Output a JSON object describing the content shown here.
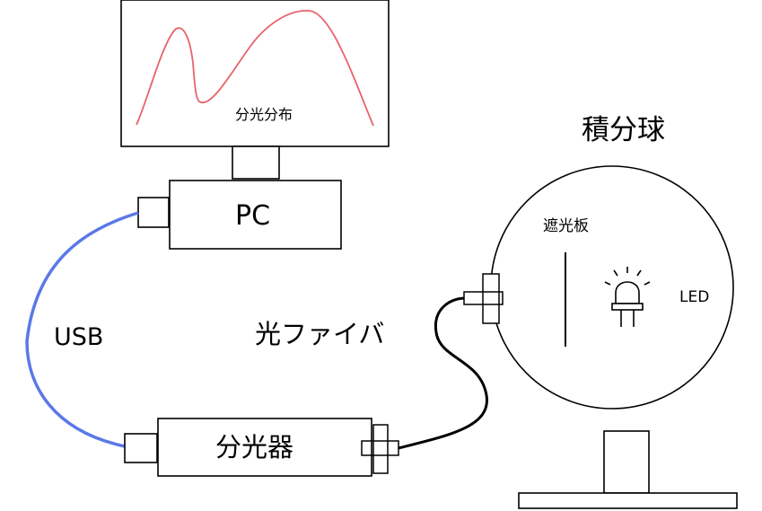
{
  "labels": {
    "pc": "PC",
    "spectrometer": "分光器",
    "usb": "USB",
    "optical_fiber": "光ファイバ",
    "integrating_sphere": "積分球",
    "light_shield": "遮光板",
    "led": "LED",
    "spectral_distribution": "分光分布"
  },
  "colors": {
    "usb_cable": "#5b78e8",
    "spectrum_curve": "#e8636a",
    "fiber_cable": "#000000",
    "outline": "#000000"
  },
  "icons": {
    "led": "led-bulb-icon"
  }
}
